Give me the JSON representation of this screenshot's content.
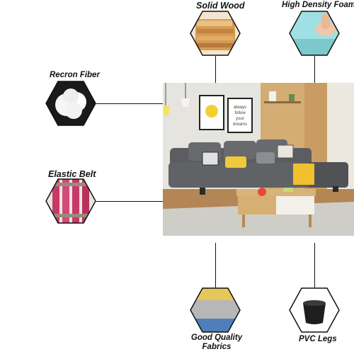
{
  "features": {
    "solid_wood": "Solid Wood",
    "high_density_foam": "High Density Foam",
    "recron_fiber": "Recron Fiber",
    "elastic_belt": "Elastic Belt",
    "good_quality_fabrics_line1": "Good Quality",
    "good_quality_fabrics_line2": "Fabrics",
    "pvc_legs": "PVC Legs"
  },
  "photo_poster_text": "always\nfollow\nyour\ndreams",
  "colors": {
    "line": "#111111",
    "sofa": "#5b5d60",
    "foam": "#8fd9dd",
    "wood": "#d9a45a",
    "belt": "#c63a6a",
    "fabric_top": "#e6c85a",
    "fabric_mid": "#b7b7b7",
    "fabric_bot": "#4e7fb8"
  }
}
